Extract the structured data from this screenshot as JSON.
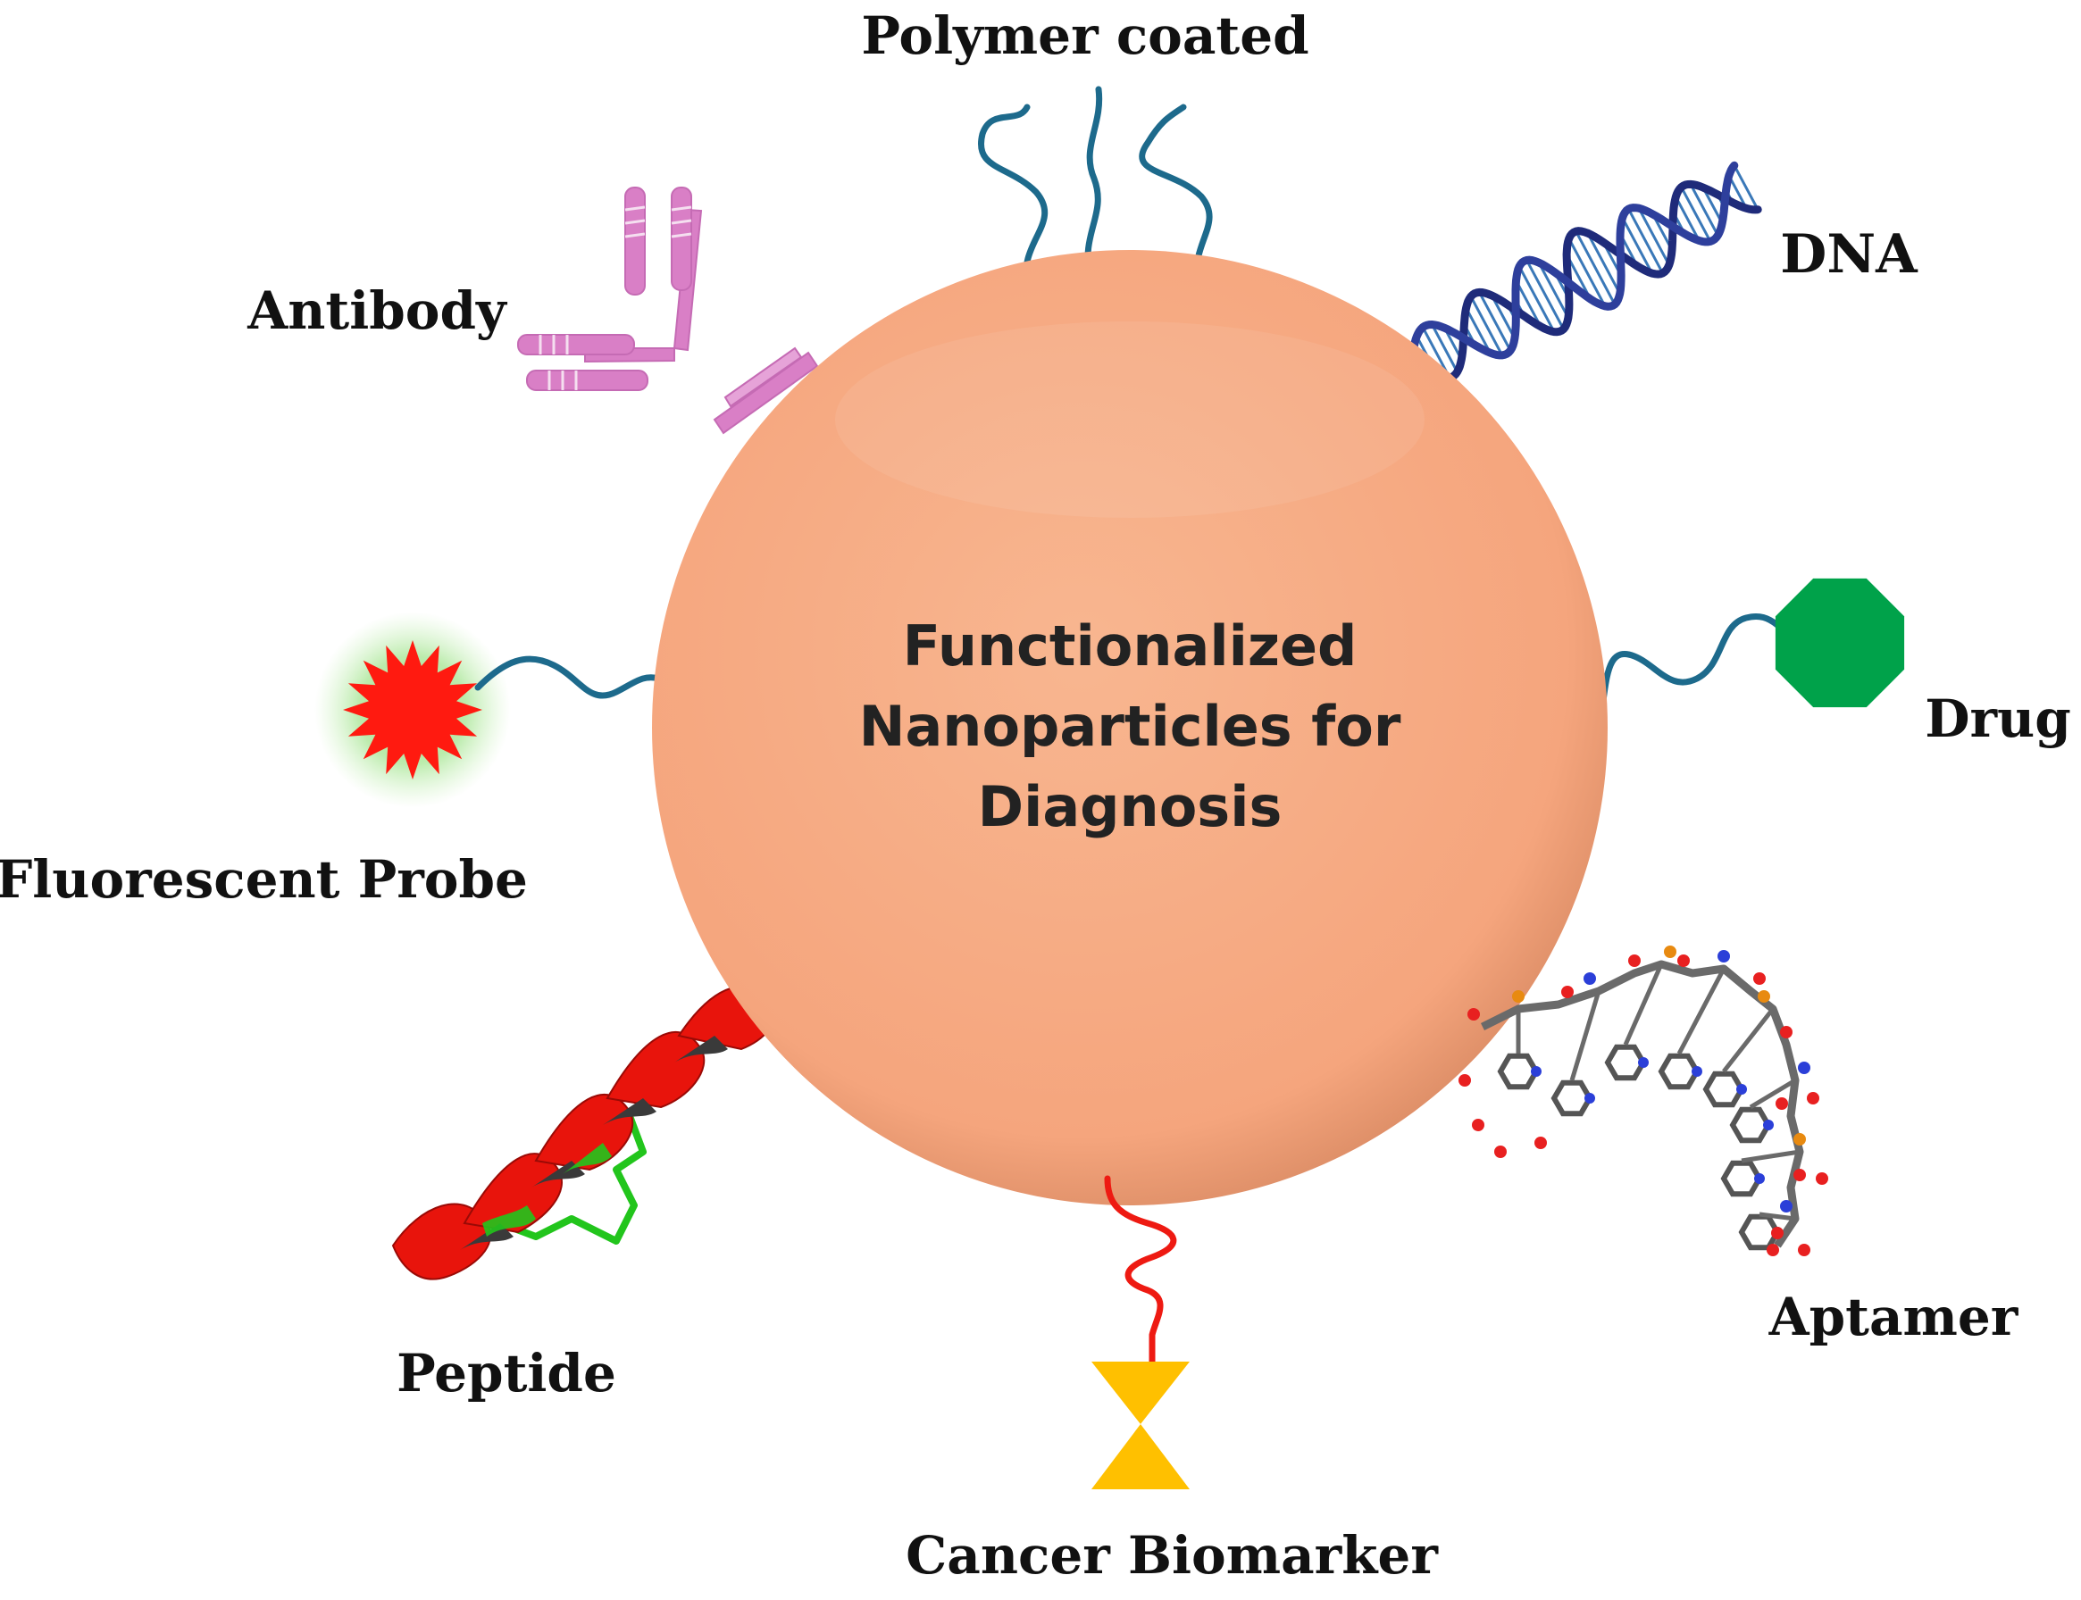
{
  "center": {
    "line1": "Functionalized",
    "line2": "Nanoparticles for",
    "line3": "Diagnosis"
  },
  "labels": {
    "polymer": "Polymer coated",
    "dna": "DNA",
    "antibody": "Antibody",
    "drug": "Drug",
    "fluorescent": "Fluorescent Probe",
    "peptide": "Peptide",
    "aptamer": "Aptamer",
    "biomarker": "Cancer Biomarker"
  },
  "colors": {
    "nanoparticle": "#f6ab85",
    "polymer_chain": "#1d6a8c",
    "dna": "#1f2b7a",
    "antibody": "#d97fc6",
    "drug": "#00a24a",
    "fluorescent": "#ff1a10",
    "fluorescent_glow": "#7ed46c",
    "peptide": "#e8140c",
    "peptide_accent": "#22c51c",
    "biomarker": "#ffc000",
    "biomarker_linker": "#ee1a12",
    "aptamer": "#5a5a5a"
  }
}
